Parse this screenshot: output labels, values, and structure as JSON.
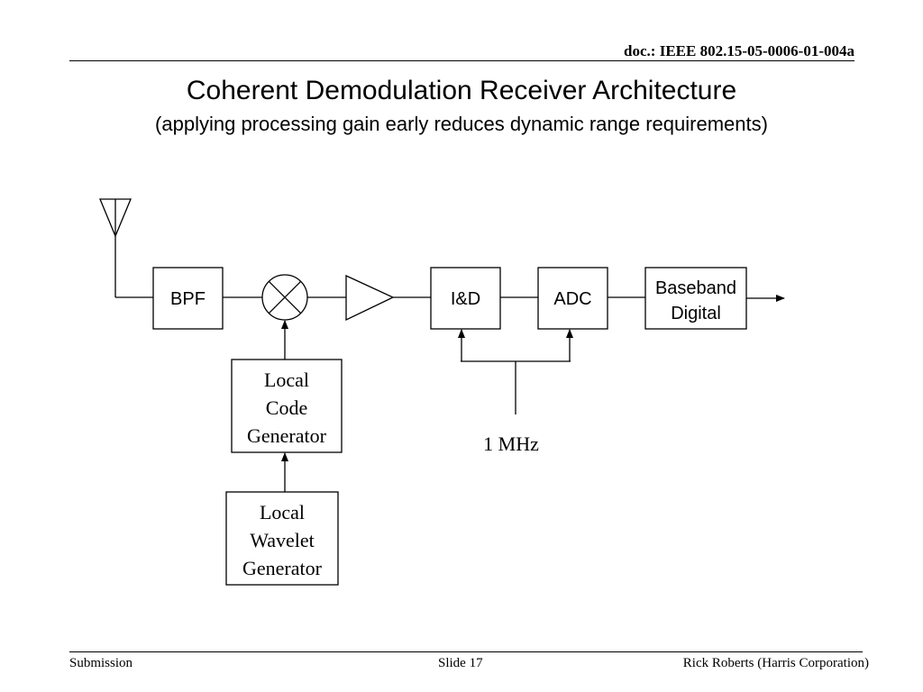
{
  "header": {
    "doc_id": "doc.: IEEE 802.15-05-0006-01-004a"
  },
  "slide": {
    "title": "Coherent Demodulation Receiver Architecture",
    "subtitle": "(applying processing gain early reduces dynamic range requirements)"
  },
  "diagram": {
    "bpf": "BPF",
    "ind": "I&D",
    "adc": "ADC",
    "baseband": [
      "Baseband",
      "Digital"
    ],
    "local_code": [
      "Local",
      "Code",
      "Generator"
    ],
    "local_wavelet": [
      "Local",
      "Wavelet",
      "Generator"
    ],
    "clock": "1 MHz"
  },
  "footer": {
    "left": "Submission",
    "center": "Slide 17",
    "right": "Rick Roberts (Harris Corporation)"
  }
}
